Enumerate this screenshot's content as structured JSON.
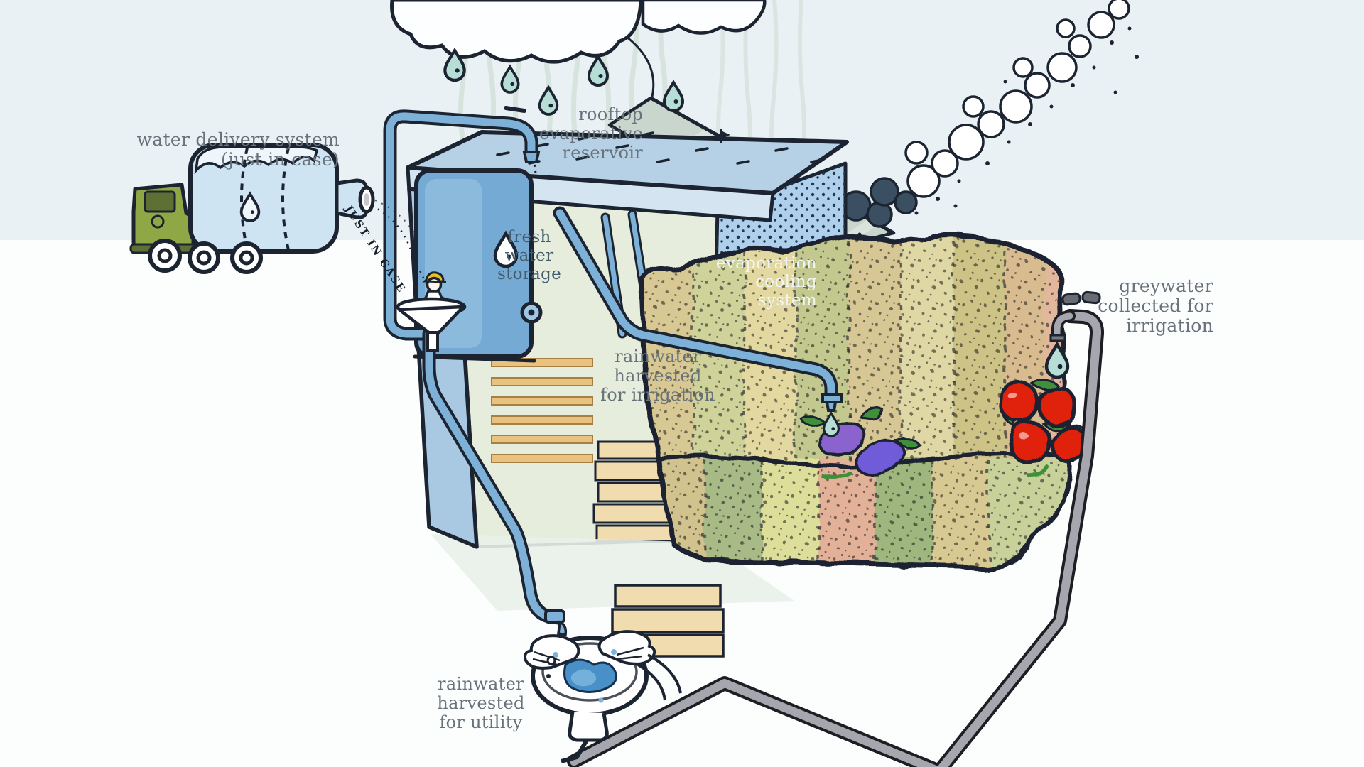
{
  "labels": {
    "water_delivery": "water delivery system\n(just in case)",
    "rooftop_reservoir": "rooftop\nevaporative\nreservoir",
    "fresh_water_storage": "fresh\nwater\nstorage",
    "evaporation_cooling": "evaporation\ncooling\nsystem",
    "rainwater_irrigation": "rainwater\nharvested\nfor irrigation",
    "greywater_irrigation": "greywater\ncollected for\nirrigation",
    "rainwater_utility": "rainwater\nharvested\nfor utility",
    "just_in_case_stream": "JUST IN CASE"
  },
  "colors": {
    "ink": "#1b2430",
    "bg_top": "#e9f1f4",
    "bg_bottom": "#fcfdfd",
    "label_grey": "#68727a",
    "tank_label": "#445c6d",
    "white_label": "#f3f9fb",
    "rain_streak": "#d7e3dd",
    "roof_green": "#c9d6cd",
    "roof_green_light": "#dde6de",
    "steam_dark": "#3b4f63",
    "pipe_blue": "#7db1d8",
    "pipe_blue_light": "#aecfe6",
    "pipe_grey": "#a6a6ae",
    "pipe_grey_dark": "#1d1d24",
    "roof_slab": "#b6d1e5",
    "roof_slab_front": "#d4e4f0",
    "frame_blue": "#a9c9e2",
    "interior_green": "#e7eddc",
    "tank_blue": "#74aad4",
    "tank_blue_light": "#9fc6e2",
    "panel_blue": "#aed0ec",
    "panel_dot": "#23364a",
    "wood_tan": "#e7c37f",
    "wood_light": "#f0dcae",
    "floor": "#e9efe9",
    "truck_green": "#8fa845",
    "truck_dark": "#5f7034",
    "bottle_blue": "#cfe4f2",
    "bottle_light": "#eef6fb",
    "drop_teal": "#b7ded6",
    "tomato_red": "#e02010",
    "eggplant_purple": "#8a63cf",
    "eggplant_purple2": "#6f5bd8",
    "leaf_green": "#3f8f3a",
    "sink_water": "#4a90c8",
    "sink_water_light": "#7ab4dc",
    "hat_yellow": "#e8c020",
    "garden_u0": "#d8c894",
    "garden_u1": "#cfd39a",
    "garden_u2": "#e3d9a0",
    "garden_u3": "#c3c98e",
    "garden_u4": "#d6c795",
    "garden_u5": "#e0d8a4",
    "garden_u6": "#cdc386",
    "garden_u7": "#d8bc90",
    "garden_u8": "#e3b79b",
    "garden_l0": "#d2c28e",
    "garden_l1": "#a8ba86",
    "garden_l2": "#dede9b",
    "garden_l3": "#e2b198",
    "garden_l4": "#9fb77f",
    "garden_l5": "#d8c892",
    "garden_l6": "#c9d19a"
  }
}
